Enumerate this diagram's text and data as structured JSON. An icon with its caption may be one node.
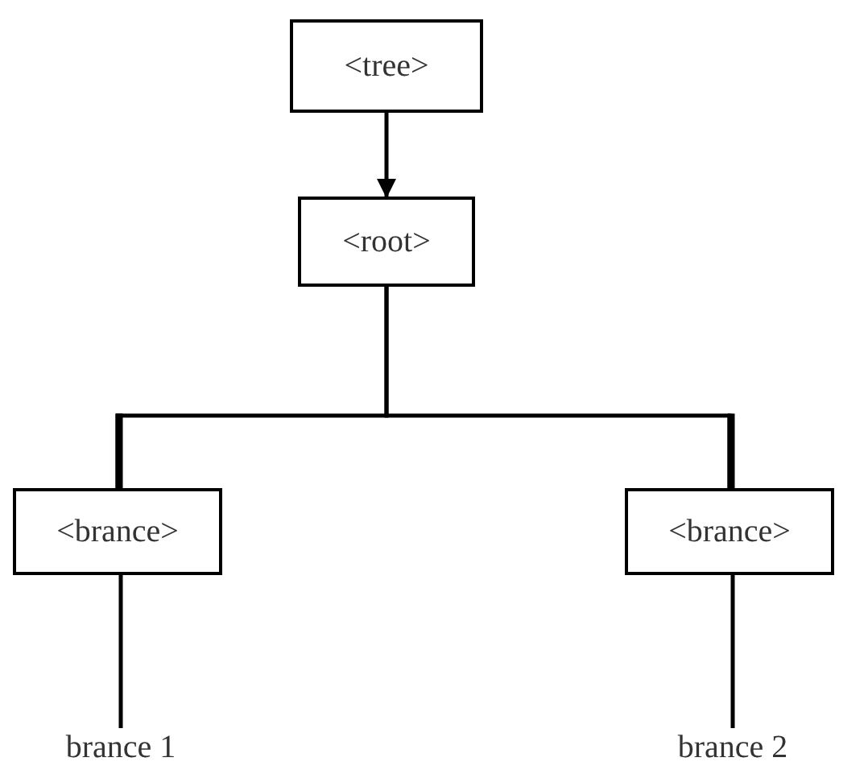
{
  "diagram": {
    "nodes": [
      {
        "text": [
          "<tree>"
        ]
      },
      {
        "text": [
          "<root>"
        ]
      },
      {
        "text": [
          "<brance>"
        ]
      },
      {
        "text": [
          "<brance>"
        ]
      },
      {
        "text": [
          "brance 1"
        ]
      },
      {
        "text": [
          "brance 2"
        ]
      }
    ],
    "edges": [
      {
        "from": 0,
        "to": 1,
        "arrow": "to"
      },
      {
        "from": 1,
        "to": 2,
        "arrow": "none"
      },
      {
        "from": 1,
        "to": 3,
        "arrow": "none"
      },
      {
        "from": 2,
        "to": 4,
        "arrow": "none"
      },
      {
        "from": 3,
        "to": 5,
        "arrow": "none"
      }
    ]
  }
}
